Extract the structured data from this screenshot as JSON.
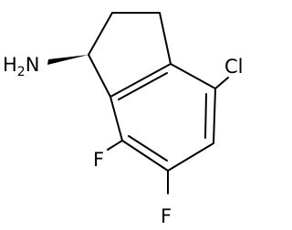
{
  "molecule": {
    "atom_labels": {
      "amine_h": "H",
      "amine_h_count": "2",
      "amine_n": "N",
      "chloro": "Cl",
      "fluoro_top": "F",
      "fluoro_bottom": "F"
    },
    "stereo": "wedge-bond"
  }
}
